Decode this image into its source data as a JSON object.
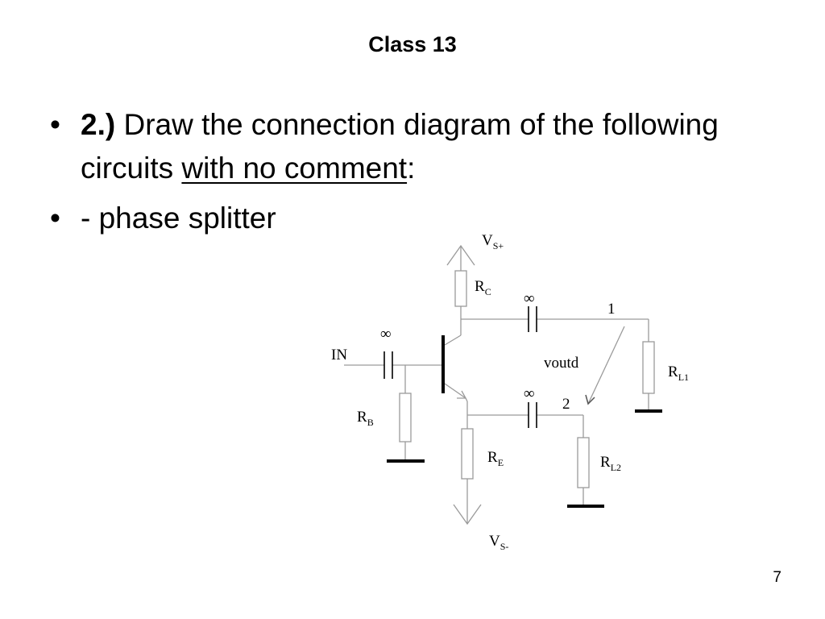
{
  "slide": {
    "title": "Class 13",
    "page_number": "7"
  },
  "bullets": {
    "item1": {
      "marker": "•",
      "number": "2.)",
      "text_a": " Draw the connection diagram of the following circuits ",
      "underlined": "with no comment",
      "text_b": ":"
    },
    "item2": {
      "marker": "•",
      "text": "- phase splitter"
    }
  },
  "circuit": {
    "vs_plus": {
      "main": "V",
      "sub": "S+"
    },
    "vs_minus": {
      "main": "V",
      "sub": "S-"
    },
    "rc": {
      "main": "R",
      "sub": "C"
    },
    "re": {
      "main": "R",
      "sub": "E"
    },
    "rb": {
      "main": "R",
      "sub": "B"
    },
    "rl1": {
      "main": "R",
      "sub": "L1"
    },
    "rl2": {
      "main": "R",
      "sub": "L2"
    },
    "input": "IN",
    "output_label": "voutd",
    "node_1": "1",
    "node_2": "2",
    "cap_symbol": "∞"
  }
}
